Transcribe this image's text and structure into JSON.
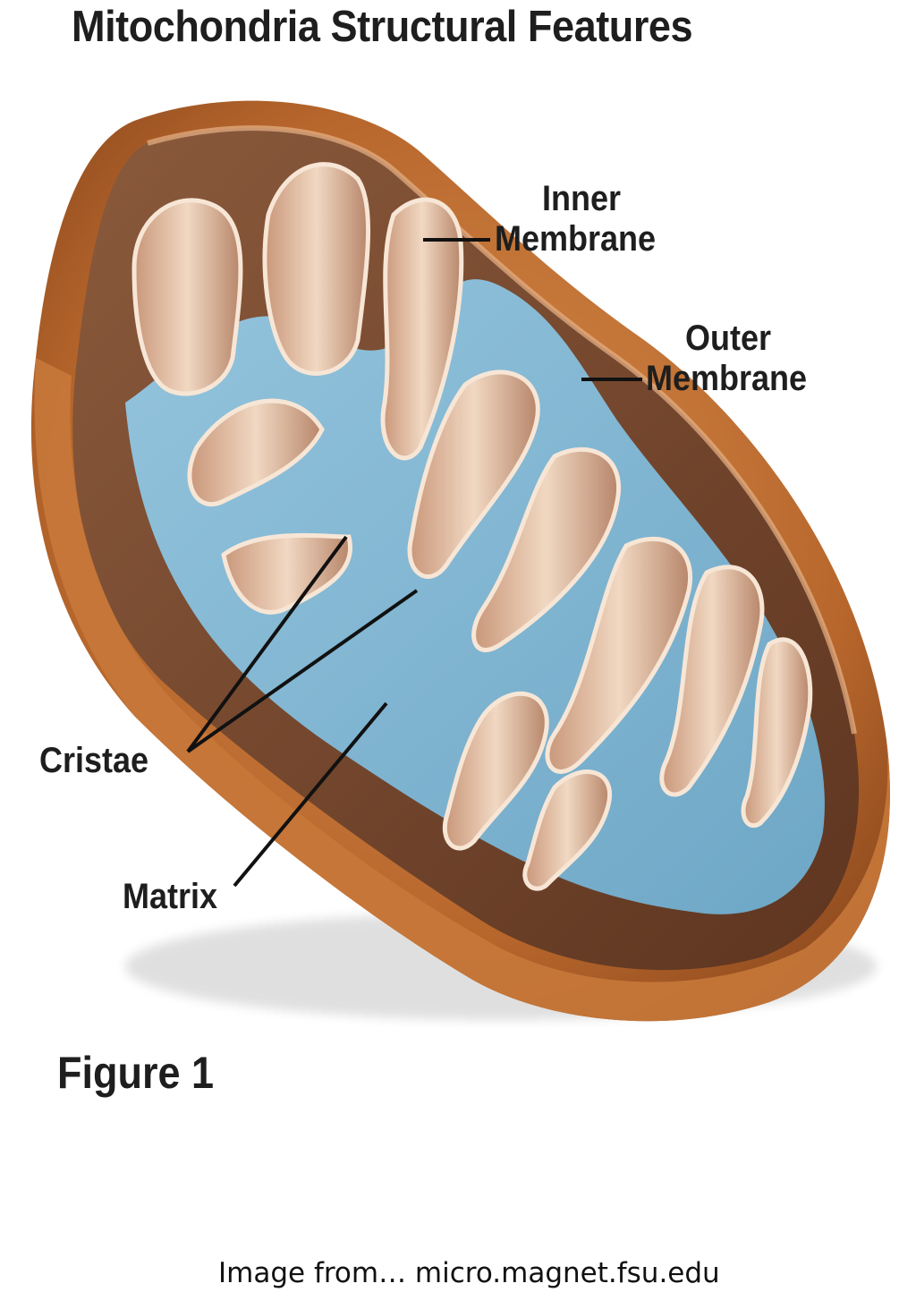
{
  "diagram": {
    "title": "Mitochondria Structural Features",
    "labels": {
      "inner_line1": "Inner",
      "inner_line2": "Membrane",
      "outer_line1": "Outer",
      "outer_line2": "Membrane",
      "cristae": "Cristae",
      "matrix": "Matrix"
    },
    "figure_label": "Figure 1",
    "credit": "Image from… micro.magnet.fsu.edu"
  },
  "colors": {
    "outer_membrane": "#b86a2e",
    "outer_membrane_light": "#d9955a",
    "inner_membrane": "#e9c8ac",
    "intermembrane_shadow": "#7a4a30",
    "matrix": "#7fb3cf",
    "label_text": "#1e1e1e"
  }
}
